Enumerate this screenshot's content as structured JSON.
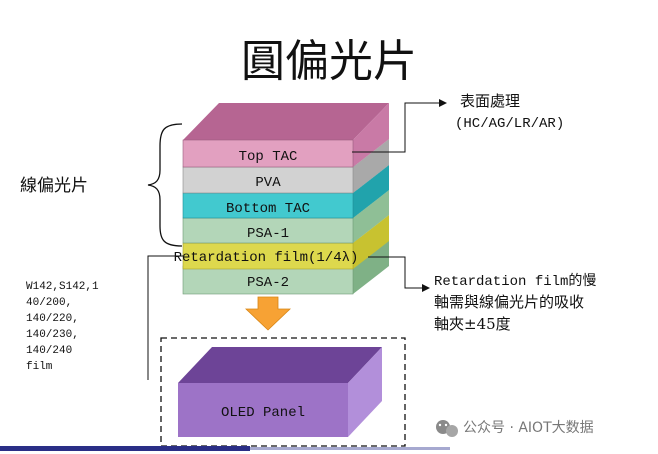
{
  "title": "圓偏光片",
  "polarizer_label": "線偏光片",
  "layers": {
    "top_tac": "Top TAC",
    "pva": "PVA",
    "bottom_tac": "Bottom TAC",
    "psa1": "PSA-1",
    "retardation": "Retardation film(1/4λ)",
    "psa2": "PSA-2"
  },
  "surface_note": {
    "line1": "表面處理",
    "line2": "(HC/AG/LR/AR)"
  },
  "retardation_note": {
    "line1": "Retardation film的慢",
    "line2": "軸需與線偏光片的吸收",
    "line3": "軸夾±45度"
  },
  "film_list": [
    "W142,S142,1",
    "40/200,",
    "140/220,",
    "140/230,",
    "140/240",
    "film"
  ],
  "oled_label": "OLED Panel",
  "watermark": "公众号 · AIOT大数据",
  "colors": {
    "top_tac_front": "#e2a0c0",
    "top_tac_top": "#b66592",
    "pva_front": "#d2d2d2",
    "bottom_tac_front": "#42c9cf",
    "psa_front": "#b3d6b8",
    "retardation_front": "#ddd84d",
    "arrow": "#f7a234",
    "oled_front": "#9d73c7",
    "oled_top": "#6d4497"
  }
}
